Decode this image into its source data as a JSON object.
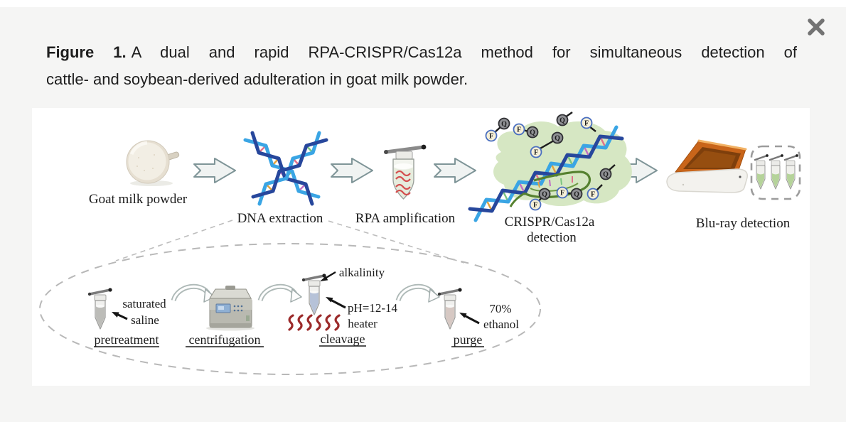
{
  "page": {
    "background": "#f5f5f4",
    "close_icon": "✕"
  },
  "caption": {
    "bold": "Figure 1.",
    "line1_rest": "A dual and rapid RPA-CRISPR/Cas12a method for simultaneous detection of",
    "line2": "cattle- and soybean-derived adulteration in goat milk powder."
  },
  "figure": {
    "steps": {
      "step1": "Goat milk powder",
      "step2": "DNA extraction",
      "step3": "RPA amplification",
      "step4_line1": "CRISPR/Cas12a",
      "step4_line2": "detection",
      "step5": "Blu-ray detection"
    },
    "sub": {
      "saturated": "saturated",
      "saline": "saline",
      "pretreatment": "pretreatment",
      "centrifugation": "centrifugation",
      "alkalinity": "alkalinity",
      "ph": "pH=12-14",
      "heater": "heater",
      "cleavage": "cleavage",
      "ethanol_pct": "70%",
      "ethanol": "ethanol",
      "purge": "purge"
    },
    "markers": {
      "f": "F",
      "q": "Q"
    },
    "colors": {
      "blob_green": "#d6e7c3",
      "dna_blue_light": "#3aa5e4",
      "dna_blue_dark": "#27479c",
      "heat_red": "#9b2a2a",
      "rpa_squiggle_red": "#d44f4f",
      "bluray_lid_orange": "#c9651a",
      "result_liquid_green": "#b5d39a",
      "arrow_outline": "#7f9598",
      "dashed_gray": "#b8b8b8"
    }
  }
}
